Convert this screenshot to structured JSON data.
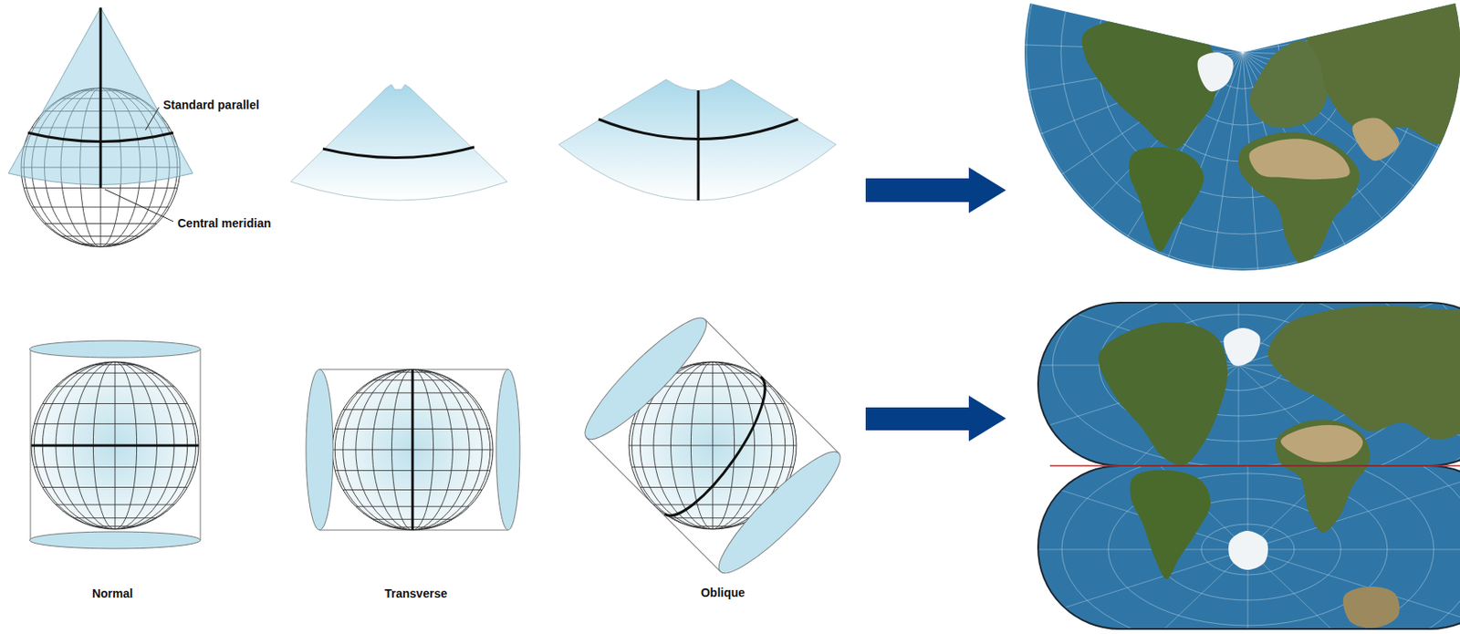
{
  "diagram": {
    "labels": [
      "Standard parallel",
      "Central meridian",
      "Normal",
      "Transverse",
      "Oblique"
    ]
  }
}
